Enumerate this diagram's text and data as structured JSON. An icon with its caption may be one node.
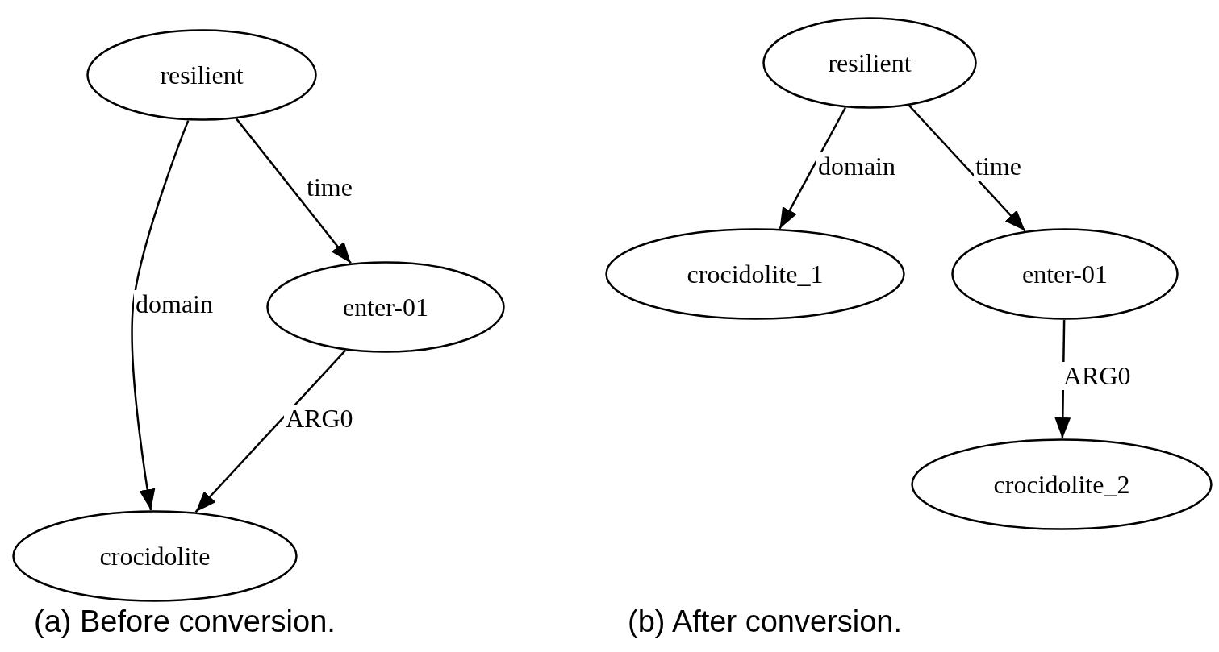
{
  "diagram": {
    "nodes": [
      {
        "text": [
          "resilient"
        ]
      },
      {
        "text": [
          "enter-01"
        ]
      },
      {
        "text": [
          "crocidolite"
        ]
      },
      {
        "text": [
          "resilient"
        ]
      },
      {
        "text": [
          "crocidolite_1"
        ]
      },
      {
        "text": [
          "enter-01"
        ]
      },
      {
        "text": [
          "crocidolite_2"
        ]
      }
    ],
    "edges": [
      {
        "from": 0,
        "to": 2,
        "label": "domain",
        "arrow": "to"
      },
      {
        "from": 0,
        "to": 1,
        "label": "time",
        "arrow": "to"
      },
      {
        "from": 1,
        "to": 2,
        "label": "ARG0",
        "arrow": "to"
      },
      {
        "from": 3,
        "to": 4,
        "label": "domain",
        "arrow": "to"
      },
      {
        "from": 3,
        "to": 5,
        "label": "time",
        "arrow": "to"
      },
      {
        "from": 5,
        "to": 6,
        "label": "ARG0",
        "arrow": "to"
      }
    ],
    "labels": [
      "(a) Before conversion.",
      "(b) After conversion."
    ]
  }
}
